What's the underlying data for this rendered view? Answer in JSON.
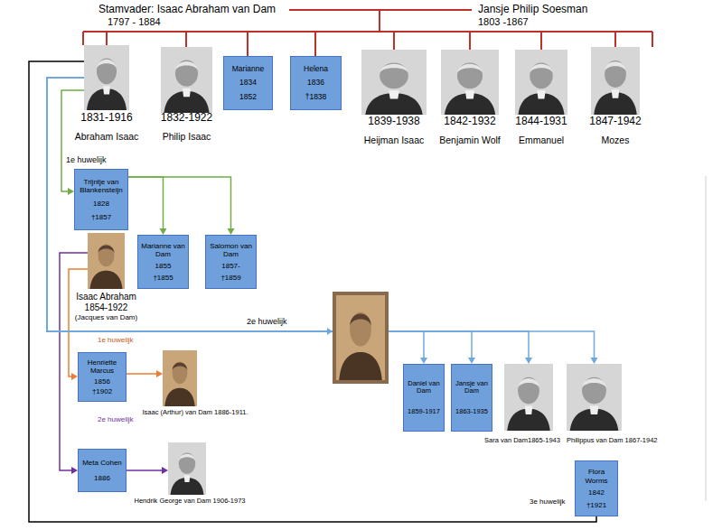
{
  "diagram": {
    "nodes": [
      {
        "text": [
          "1831-1916",
          "Abraham Isaac"
        ]
      },
      {
        "text": [
          "1832-1922",
          "Philip Isaac"
        ]
      },
      {
        "text": [
          "Marianne",
          "1834",
          "1852"
        ]
      },
      {
        "text": [
          "Helena",
          "1836",
          "†1838"
        ]
      },
      {
        "text": [
          "1839-1938",
          "Heijman Isaac"
        ]
      },
      {
        "text": [
          "1842-1932",
          "Benjamin Wolf"
        ]
      },
      {
        "text": [
          "1844-1931",
          "Emmanuel"
        ]
      },
      {
        "text": [
          "1847-1942",
          "Mozes"
        ]
      },
      {
        "text": [
          "Trijntje van Blankensteijn",
          "1828",
          "†1857"
        ]
      },
      {
        "text": [
          "Marianne van Dam",
          "1855",
          "†1855"
        ]
      },
      {
        "text": [
          "Salomon van Dam",
          "1857-",
          "†1859"
        ]
      },
      {
        "text": [
          "Isaac Abraham",
          "1854-1922",
          "(Jacques van Dam)"
        ]
      },
      {
        "text": [
          "Henriette Marcus",
          "1856",
          "†1902"
        ]
      },
      {
        "text": [
          "Isaac (Arthur) van Dam 1886-1911."
        ]
      },
      {
        "text": [
          "Daniel van Dam",
          "1859-1917"
        ]
      },
      {
        "text": [
          "Jansje van Dam",
          "1863-1935"
        ]
      },
      {
        "text": [
          "Sara van Dam1865-1943"
        ]
      },
      {
        "text": [
          "Philippus van Dam 1867-1942"
        ]
      },
      {
        "text": [
          "Meta Cohen",
          "1886"
        ]
      },
      {
        "text": [
          "Hendrik George van Dam 1906-1973"
        ]
      },
      {
        "text": [
          "Flora Worms",
          "1842",
          "†1921"
        ]
      }
    ],
    "edges": [
      {
        "from": 0,
        "to": 8,
        "arrow": "to"
      },
      {
        "from": 8,
        "to": 9,
        "arrow": "to"
      },
      {
        "from": 8,
        "to": 10,
        "arrow": "to"
      },
      {
        "from": 11,
        "to": 12,
        "arrow": "to"
      },
      {
        "from": 11,
        "to": 18,
        "arrow": "to"
      },
      {
        "from": 12,
        "to": 13,
        "arrow": "to"
      },
      {
        "from": 0,
        "to": 14,
        "label": "2e huwelijk",
        "arrow": "to"
      },
      {
        "from": 0,
        "to": 15,
        "arrow": "to"
      },
      {
        "from": 0,
        "to": 16,
        "arrow": "to"
      },
      {
        "from": 0,
        "to": 17,
        "arrow": "to"
      },
      {
        "from": 0,
        "to": 20,
        "arrow": "none"
      },
      {
        "from": 18,
        "to": 19,
        "arrow": "to"
      }
    ],
    "labels": [
      "Stamvader: Isaac Abraham van Dam",
      "1797 - 1884",
      "Jansje Philip Soesman",
      "1803 -1867",
      "1e huwelijk",
      "1e huwelijk",
      "2e huwelijk",
      "3e huwelijk"
    ]
  }
}
